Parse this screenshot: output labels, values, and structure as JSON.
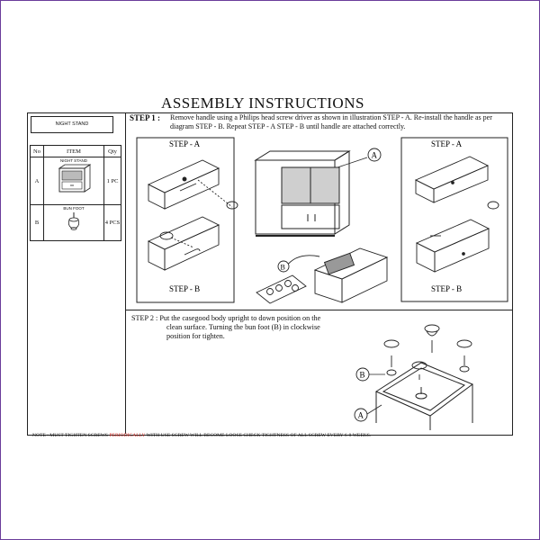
{
  "title": "ASSEMBLY  INSTRUCTIONS",
  "product_label": "NIGHT STAND",
  "parts_table": {
    "headers": [
      "No",
      "ITEM",
      "Qty"
    ],
    "rows": [
      {
        "no": "A",
        "item": "NIGHT STAND",
        "qty": "1 PC"
      },
      {
        "no": "B",
        "item": "BUN FOOT",
        "qty": "4 PCS"
      }
    ]
  },
  "step1": {
    "label": "STEP 1 :",
    "text": "Remove handle using a Philips head  screw driver as shown in illustration STEP - A. Re-install the handle  as per diagram STEP - B. Repeat STEP - A STEP - B until handle are attached correctly."
  },
  "step_labels": {
    "left_a": "STEP - A",
    "left_b": "STEP - B",
    "right_a": "STEP - A",
    "right_b": "STEP - B"
  },
  "callouts": {
    "a_top": "A",
    "b_mid": "B",
    "b_step2": "B",
    "a_step2": "A"
  },
  "step2": {
    "line1": "STEP 2 : Put the casegood body upright to down position on the",
    "line2": "clean surface. Turning the bun foot (B) in clockwise",
    "line3": "position for tighten."
  },
  "note": {
    "prefix": "NOTE : MUST TIGHTEN SCREWS ",
    "highlight": "PERIODICALLY",
    "suffix": " WITH USE SCREW WILL BECOME LOOSE CHECK TIGHTNESS OF ALL SCREW EVERY 6-8 WEEKS.",
    "highlight_color": "#d0221c"
  },
  "colors": {
    "frame": "#6a3d9a",
    "ink": "#111111"
  }
}
